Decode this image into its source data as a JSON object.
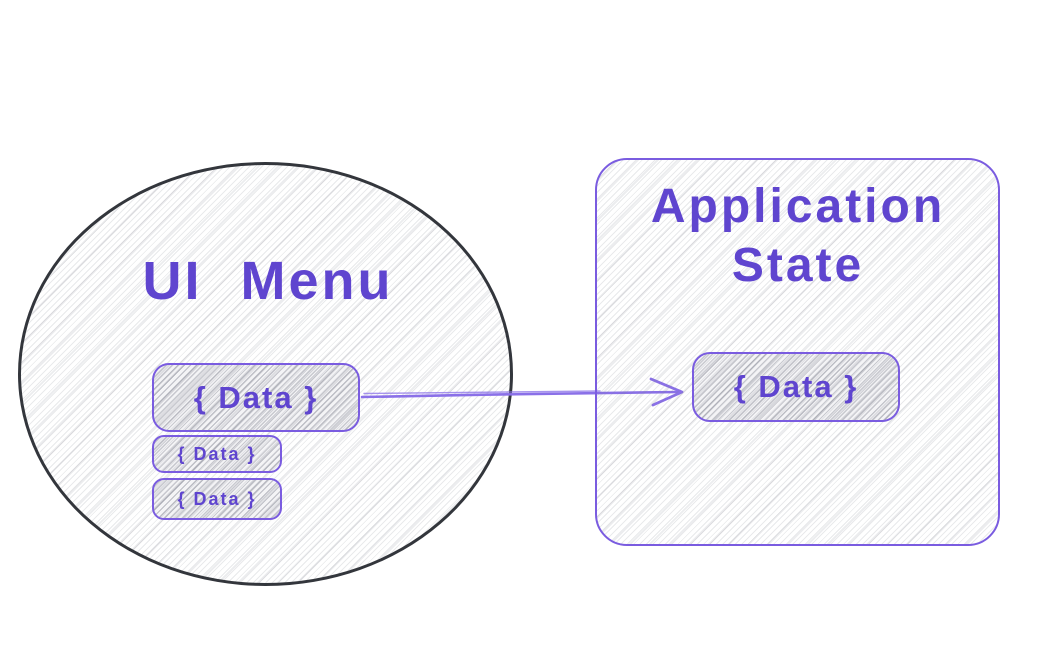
{
  "colors": {
    "text_purple": "#5f45cf",
    "box_border_purple": "#7a5ce0",
    "arrow_purple": "#8a70e8",
    "ellipse_stroke": "#33363c"
  },
  "ui_menu": {
    "title": "UI Menu",
    "items": [
      {
        "label": "{ Data }"
      },
      {
        "label": "{ Data }"
      },
      {
        "label": "{ Data }"
      }
    ]
  },
  "application_state": {
    "title": "Application State",
    "items": [
      {
        "label": "{ Data }"
      }
    ]
  },
  "arrow": {
    "from": "ui-menu-data-item-1",
    "to": "application-state-data-item",
    "direction": "right"
  }
}
